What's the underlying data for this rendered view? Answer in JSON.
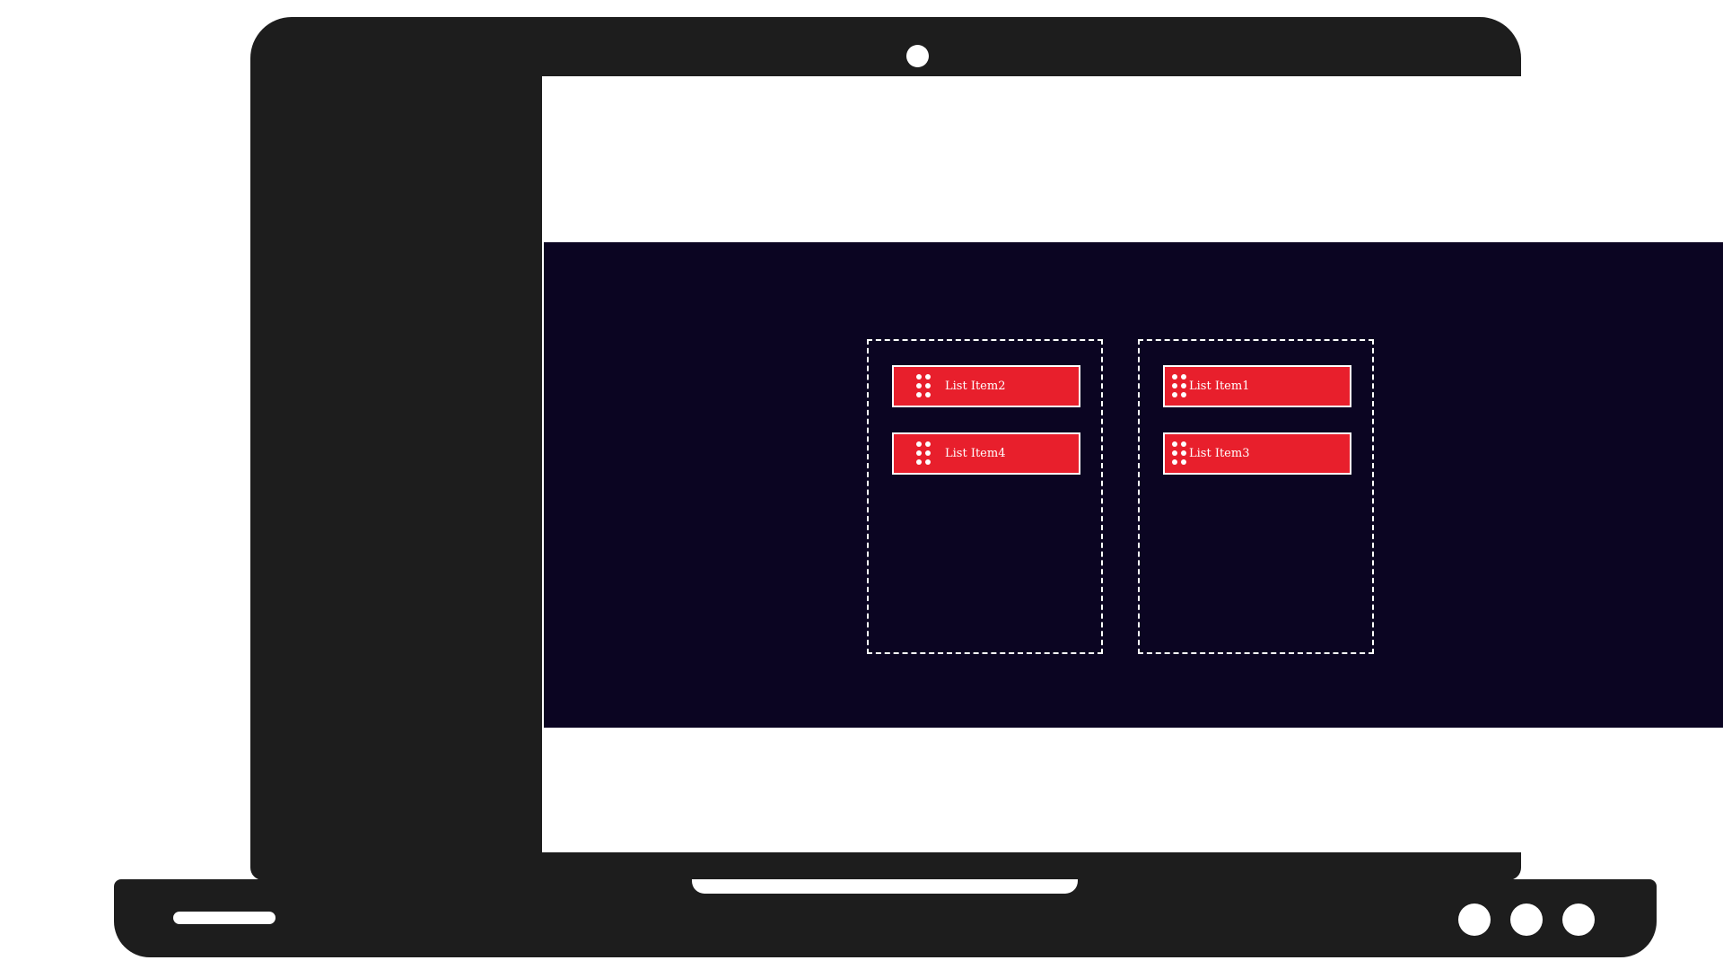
{
  "colors": {
    "device": "#1d1d1d",
    "screen_background": "#ffffff",
    "app_background": "#0b0522",
    "item_background": "#e81f2c",
    "item_border": "#ffffff",
    "column_border": "#ffffff"
  },
  "board": {
    "columns": [
      {
        "items": [
          {
            "label": "List Item2",
            "icon": "drag-handle-icon"
          },
          {
            "label": "List Item4",
            "icon": "drag-handle-icon"
          }
        ]
      },
      {
        "items": [
          {
            "label": "List Item1",
            "icon": "drag-handle-icon"
          },
          {
            "label": "List Item3",
            "icon": "drag-handle-icon"
          }
        ]
      }
    ]
  }
}
